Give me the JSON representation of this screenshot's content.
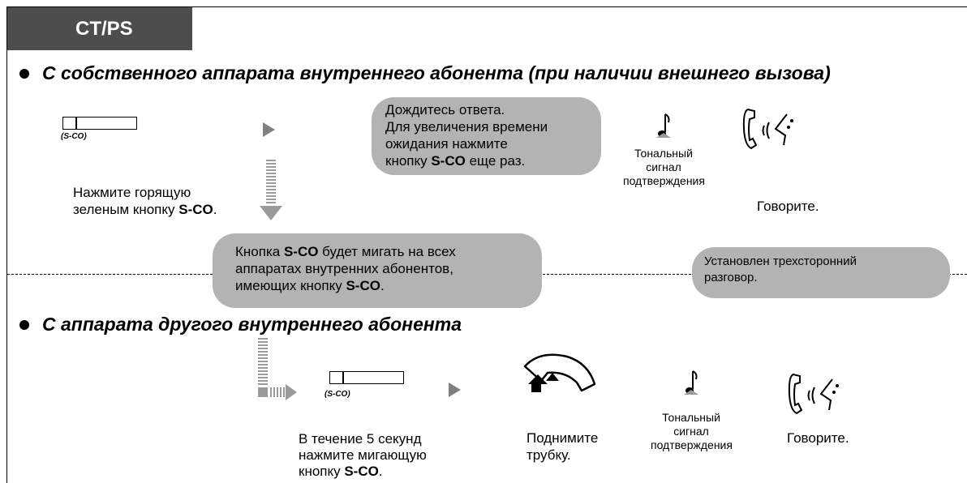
{
  "tag": "CT/PS",
  "section1": {
    "heading": "С собственного аппарата внутреннего абонента (при наличии внешнего вызова)",
    "button_label": "(S-CO)",
    "press_line1": "Нажмите горящую",
    "press_line2_pre": "зеленым кнопку ",
    "press_line2_bold": "S-CO",
    "press_line2_post": ".",
    "wait_line1": "Дождитесь ответа.",
    "wait_line2": "Для увеличения времени",
    "wait_line3": "ожидания нажмите",
    "wait_line4_pre": "кнопку ",
    "wait_line4_bold": "S-CO",
    "wait_line4_post": " еще раз.",
    "tone_line1": "Тональный",
    "tone_line2": "сигнал",
    "tone_line3": "подтверждения",
    "talk": "Говорите."
  },
  "middle": {
    "blink_line1_pre": "Кнопка ",
    "blink_line1_bold": "S-CO",
    "blink_line1_post": " будет мигать на всех",
    "blink_line2": "аппаратах внутренних абонентов,",
    "blink_line3_pre": "имеющих кнопку  ",
    "blink_line3_bold": "S-CO",
    "blink_line3_post": ".",
    "threeway_line1": "Установлен трехсторонний",
    "threeway_line2": "разговор."
  },
  "section2": {
    "heading": "С аппарата другого внутреннего абонента",
    "button_label": "(S-CO)",
    "press_line1": "В течение 5 секунд",
    "press_line2": "нажмите мигающую",
    "press_line3_pre": "кнопку ",
    "press_line3_bold": "S-CO",
    "press_line3_post": ".",
    "lift_line1": "Поднимите",
    "lift_line2": "трубку.",
    "tone_line1": "Тональный",
    "tone_line2": "сигнал",
    "tone_line3": "подтверждения",
    "talk": "Говорите."
  }
}
